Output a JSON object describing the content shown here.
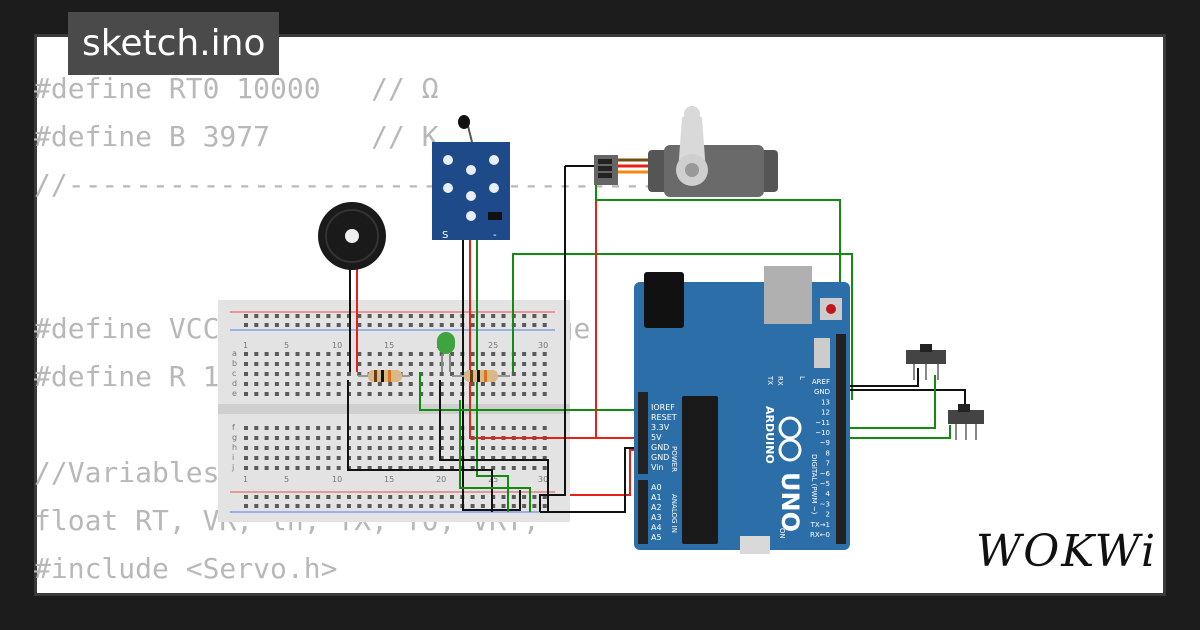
{
  "tab": {
    "title": "sketch.ino"
  },
  "code_lines": [
    "#define RT0 10000   // Ω",
    "#define B 3977      // K",
    "//--------------------------------------",
    "",
    "#define VCC 5    //Supply voltage",
    "#define R 10000  //R=10KΩ",
    "",
    "//Variables",
    "float RT, VR, ln, TX, T0, VRT;",
    "#include <Servo.h>"
  ],
  "breadboard": {
    "column_labels_top": [
      "1",
      "5",
      "10",
      "15",
      "20",
      "25",
      "30"
    ],
    "column_labels_bottom": [
      "1",
      "5",
      "10",
      "15",
      "20",
      "25",
      "30"
    ],
    "row_labels_left_top": [
      "a",
      "b",
      "c",
      "d",
      "e"
    ],
    "row_labels_left_bottom": [
      "f",
      "g",
      "h",
      "i",
      "j"
    ]
  },
  "thermistor_module": {
    "pin_labels": [
      "S",
      "-"
    ]
  },
  "arduino": {
    "model": "UNO",
    "brand": "ARDUINO",
    "power_pins": [
      "IOREF",
      "RESET",
      "3.3V",
      "5V",
      "GND",
      "GND",
      "Vin"
    ],
    "analog_pins": [
      "A0",
      "A1",
      "A2",
      "A3",
      "A4",
      "A5"
    ],
    "power_section_label": "POWER",
    "analog_section_label": "ANALOG IN",
    "digital_pins": [
      "AREF",
      "GND",
      "13",
      "12",
      "~11",
      "~10",
      "~9",
      "8",
      "7",
      "~6",
      "~5",
      "4",
      "~3",
      "2",
      "TX→1",
      "RX←0"
    ],
    "digital_section_label": "DIGITAL (PWM ~)",
    "led_labels": [
      "TX",
      "RX",
      "L",
      "ON"
    ]
  },
  "logo": {
    "text": "WOKWi"
  },
  "colors": {
    "wire_red": "#e8201a",
    "wire_black": "#111111",
    "wire_green": "#118c11",
    "board_blue": "#2c6fa8",
    "code_gray": "#b8b8b8"
  }
}
